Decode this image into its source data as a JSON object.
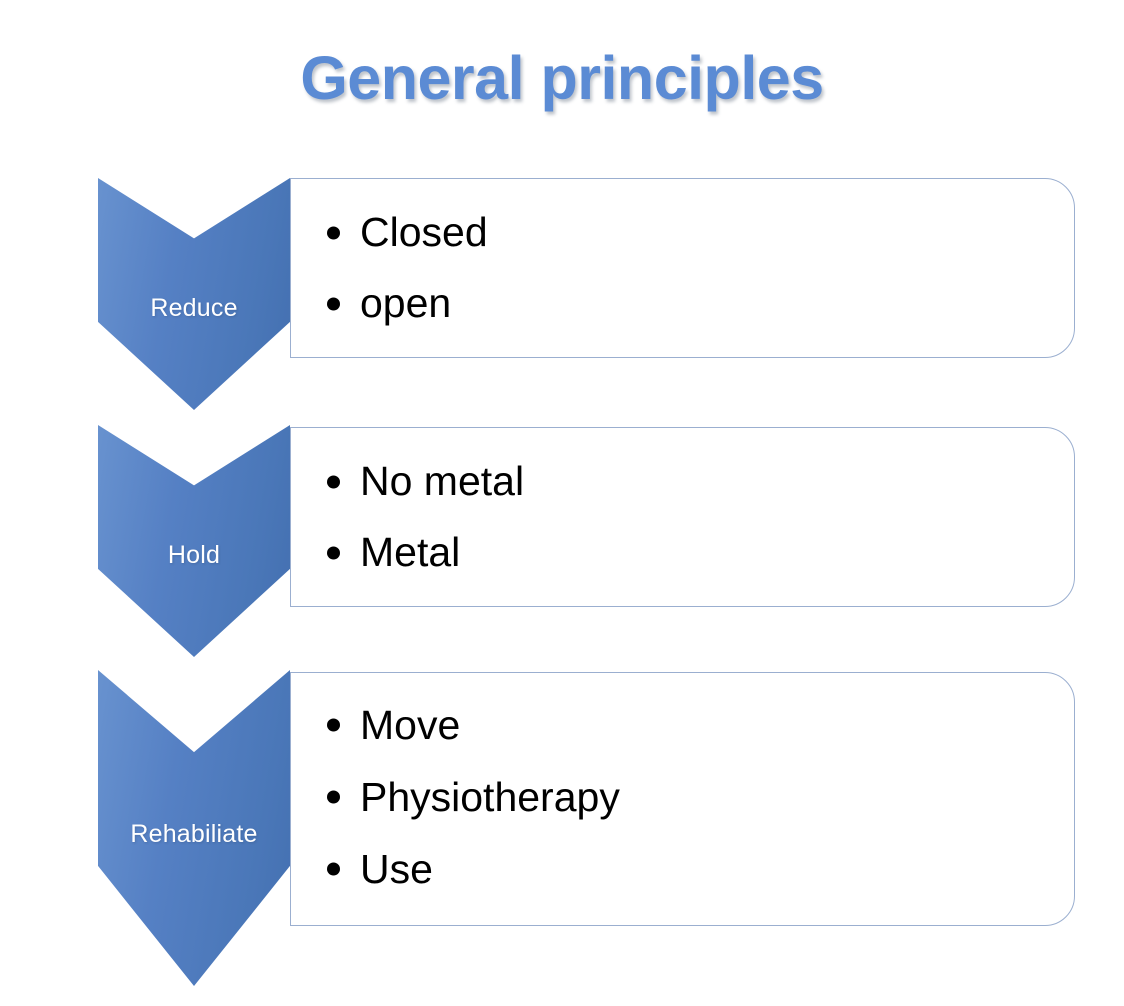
{
  "slide": {
    "title": "General principles",
    "title_color": "#5b8bd4",
    "background_color": "#ffffff",
    "chevron_color": "#5580c4",
    "chevron_label_color": "#ffffff",
    "card_border_color": "#9bafd0",
    "card_fill_color": "#ffffff",
    "bullet_text_color": "#000000"
  },
  "rows": [
    {
      "id": "reduce",
      "label": "Reduce",
      "bullets": [
        "Closed",
        "open"
      ]
    },
    {
      "id": "hold",
      "label": "Hold",
      "bullets": [
        "No metal",
        "Metal"
      ]
    },
    {
      "id": "rehab",
      "label": "Rehabiliate",
      "bullets": [
        "Move",
        "Physiotherapy",
        "Use"
      ]
    }
  ]
}
